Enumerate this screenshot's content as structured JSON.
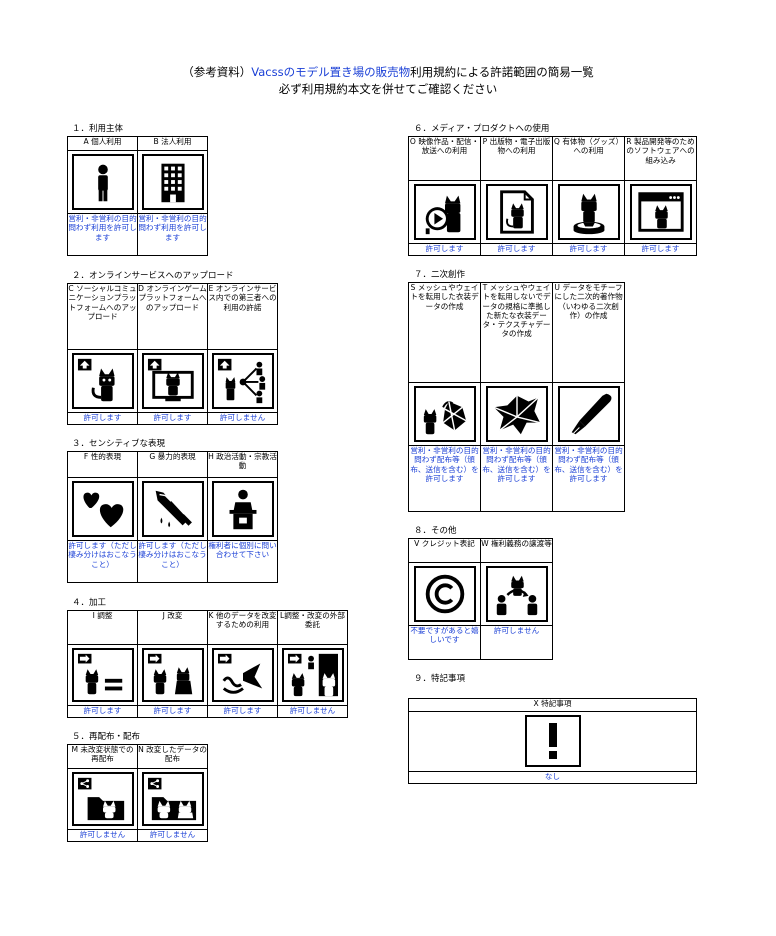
{
  "header": {
    "line1_pre": "（参考資料）",
    "line1_blue": "Vacssのモデル置き場の販売物",
    "line1_post": "利用規約による許諾範囲の簡易一覧",
    "line2": "必ず利用規約本文を併せてご確認ください"
  },
  "sections": [
    {
      "title": "１．利用主体",
      "items": [
        {
          "label": "A 個人利用",
          "status": "営利・非営利の目的問わず利用を許可します",
          "icon": "person-icon"
        },
        {
          "label": "B 法人利用",
          "status": "営利・非営利の目的問わず利用を許可します",
          "icon": "building-icon"
        }
      ]
    },
    {
      "title": "２．オンラインサービスへのアップロード",
      "items": [
        {
          "label": "C ソーシャルコミュニケーションプラットフォームへのアップロード",
          "status": "許可します",
          "icon": "upload-cat-icon"
        },
        {
          "label": "D オンラインゲームプラットフォームへのアップロード",
          "status": "許可します",
          "icon": "monitor-cat-icon"
        },
        {
          "label": "E オンラインサービス内での第三者への利用の許諾",
          "status": "許可しません",
          "icon": "share-users-icon"
        }
      ]
    },
    {
      "title": "３．センシティブな表現",
      "items": [
        {
          "label": "F 性的表現",
          "status": "許可します（ただし棲み分けはおこなうこと）",
          "icon": "hearts-icon"
        },
        {
          "label": "G 暴力的表現",
          "status": "許可します（ただし棲み分けはおこなうこと）",
          "icon": "knife-icon"
        },
        {
          "label": "H 政治活動・宗教活動",
          "status": "権利者に個別に問い合わせて下さい",
          "icon": "podium-icon"
        }
      ]
    },
    {
      "title": "４．加工",
      "items": [
        {
          "label": "I 調整",
          "status": "許可します",
          "icon": "equals-cat-icon"
        },
        {
          "label": "J 改変",
          "status": "許可します",
          "icon": "modify-cat-icon"
        },
        {
          "label": "K 他のデータを改変するための利用",
          "status": "許可します",
          "icon": "other-data-icon"
        },
        {
          "label": "L調整・改変の外部委託",
          "status": "許可しません",
          "icon": "outsource-icon"
        }
      ]
    },
    {
      "title": "５．再配布・配布",
      "items": [
        {
          "label": "M 未改変状態での再配布",
          "status": "許可しません",
          "icon": "redistribute-icon"
        },
        {
          "label": "N 改変したデータの配布",
          "status": "許可しません",
          "icon": "distribute-modified-icon"
        }
      ]
    },
    {
      "title": "６．メディア・プロダクトへの使用",
      "items": [
        {
          "label": "O 映像作品・配信・放送への利用",
          "status": "許可します",
          "icon": "video-icon"
        },
        {
          "label": "P 出版物・電子出版物への利用",
          "status": "許可します",
          "icon": "document-icon"
        },
        {
          "label": "Q 有体物（グッズ）への利用",
          "status": "許可します",
          "icon": "figure-icon"
        },
        {
          "label": "R 製品開発等のためのソフトウェアへの組み込み",
          "status": "許可します",
          "icon": "software-window-icon"
        }
      ]
    },
    {
      "title": "７．二次創作",
      "items": [
        {
          "label": "S メッシュやウェイトを転用した衣装データの作成",
          "status": "営利・非営利の目的問わず配布等（頒布、送信を含む）を許可します",
          "icon": "mesh-cat-icon"
        },
        {
          "label": "T メッシュやウェイトを転用しないでデータの規格に準拠した新たな衣装データ・テクスチャデータの作成",
          "status": "営利・非営利の目的問わず配布等（頒布、送信を含む）を許可します",
          "icon": "fabric-icon"
        },
        {
          "label": "U データをモチーフにした二次的著作物（いわゆる二次創作）の作成",
          "status": "営利・非営利の目的問わず配布等（頒布、送信を含む）を許可します",
          "icon": "pen-icon"
        }
      ]
    },
    {
      "title": "８．その他",
      "items": [
        {
          "label": "V クレジット表記",
          "status": "不要ですがあると嬉しいです",
          "icon": "copyright-icon"
        },
        {
          "label": "W 権利義務の譲渡等",
          "status": "許可しません",
          "icon": "transfer-icon"
        }
      ]
    },
    {
      "title": "９．特記事項",
      "items": [
        {
          "label": "X 特記事項",
          "status": "なし",
          "icon": "exclamation-icon"
        }
      ]
    }
  ]
}
